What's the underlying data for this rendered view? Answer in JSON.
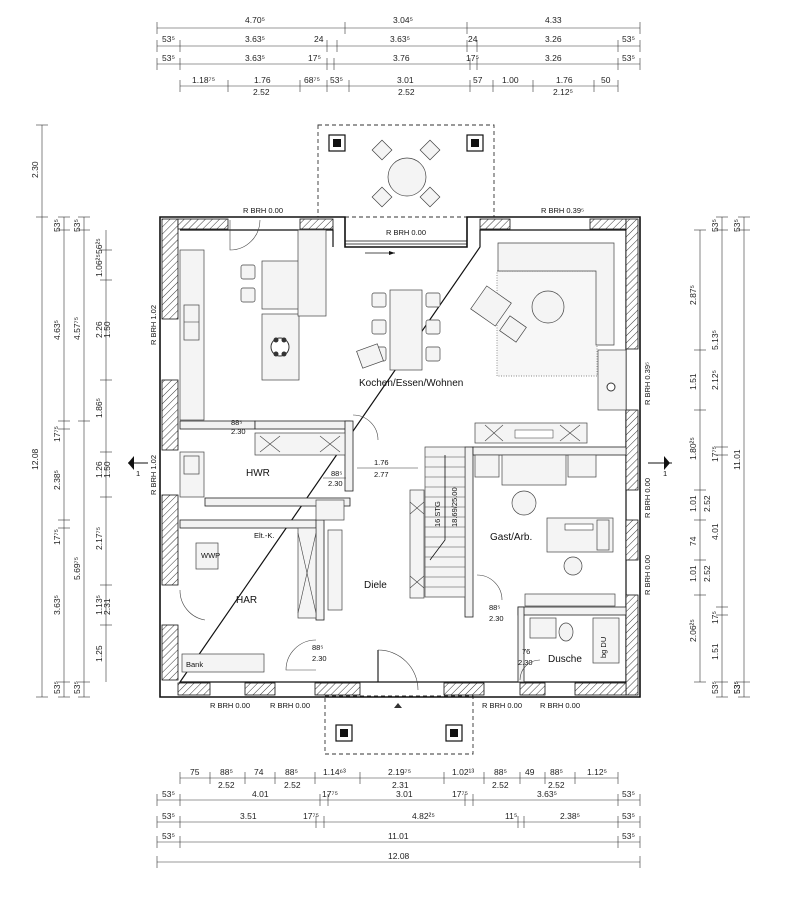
{
  "dimensions": {
    "top_row_1": [
      "4.70⁵",
      "3.04⁵",
      "4.33"
    ],
    "top_row_2": [
      "53⁵",
      "3.63⁵",
      "24",
      "3.63⁵",
      "24",
      "3.26",
      "53⁵"
    ],
    "top_row_3": [
      "53⁵",
      "3.63⁵",
      "17⁵",
      "3.76",
      "17⁵",
      "3.26",
      "53⁵"
    ],
    "top_row_4": [
      "1.18⁷⁵",
      "1.76",
      "68⁷⁵",
      "53⁵",
      "3.01",
      "57",
      "1.00",
      "1.76",
      "50"
    ],
    "top_row_5": [
      "2.52",
      "2.52",
      "2.12⁵"
    ],
    "bottom_row_1": [
      "75",
      "88⁵",
      "74",
      "88⁵",
      "1.14⁶³",
      "2.19⁷⁵",
      "1.02¹³",
      "88⁵",
      "49",
      "88⁵",
      "1.12⁵"
    ],
    "bottom_row_2": [
      "2.52",
      "2.52",
      "2.31",
      "2.52",
      "2.52"
    ],
    "bottom_row_3": [
      "53⁵",
      "4.01",
      "17⁷⁵",
      "3.01",
      "17⁷⁵",
      "3.63⁵",
      "53⁵"
    ],
    "bottom_row_4": [
      "53⁵",
      "3.51",
      "17⁷⁵",
      "4.82²⁵",
      "11⁵",
      "2.38⁵",
      "53⁵"
    ],
    "bottom_row_5": [
      "53⁵",
      "11.01",
      "53⁵"
    ],
    "bottom_row_6": [
      "12.08"
    ],
    "left_col_1": [
      "2.30",
      "53⁵",
      "4.63⁵",
      "17⁷⁵",
      "2.38⁵",
      "17⁷⁵",
      "3.63⁵",
      "53⁵"
    ],
    "left_col_2": [
      "53⁵",
      "4.57⁷⁵",
      "5.69⁷⁵",
      "53⁵"
    ],
    "left_col_3": [
      "56²⁵",
      "1.06²⁵",
      "2.26",
      "1.86⁵",
      "1.26",
      "2.17⁷⁵",
      "1.13⁵",
      "1.25"
    ],
    "left_col_4": [
      "1.50",
      "1.50",
      "2.31"
    ],
    "left_total": "12.08",
    "right_col_1": [
      "53⁵",
      "2.87⁵",
      "1.51",
      "1.80²⁵",
      "1.01",
      "74",
      "1.01",
      "2.06²⁵",
      "1.51",
      "53⁵"
    ],
    "right_col_2": [
      "5.13⁵",
      "2.12⁵",
      "17⁷⁵",
      "2.52",
      "4.01",
      "2.52",
      "17⁵",
      "53⁵"
    ],
    "right_col_3": [
      "53⁵",
      "11.01",
      "53⁵"
    ]
  },
  "sill_labels": {
    "top_left": "R BRH 0.00",
    "top_right": "R BRH 0.39⁵",
    "top_center": "R BRH 0.00",
    "left_upper": "R BRH 1.02",
    "left_lower": "R BRH 1.02",
    "right_upper": "R BRH 0.39⁵",
    "right_mid1": "R BRH 0.00",
    "right_mid2": "R BRH 0.00",
    "bottom_1": "R BRH 0.00",
    "bottom_2": "R BRH 0.00",
    "bottom_3": "R BRH 0.00",
    "bottom_4": "R BRH 0.00"
  },
  "rooms": {
    "kitchen": "Kochen/Essen/Wohnen",
    "hwr": "HWR",
    "har": "HAR",
    "diele": "Diele",
    "gast": "Gast/Arb.",
    "dusche": "Dusche"
  },
  "door_labels": {
    "d1_w": "88⁵",
    "d1_h": "2.30",
    "d2_w": "88⁵",
    "d2_h": "2.30",
    "d3_w": "1.76",
    "d3_h": "2.77",
    "d4_w": "88⁵",
    "d4_h": "2.30",
    "d5_w": "88⁵",
    "d5_h": "2.30",
    "d6_w": "76",
    "d6_h": "2.30"
  },
  "stair": {
    "steps": "16 STG",
    "ratio": "18.69/25.00"
  },
  "fixtures": {
    "bank": "Bank",
    "elt": "Elt.-K.",
    "wwp": "WWP",
    "bg_du": "bg DU"
  },
  "section_markers": {
    "left": "1",
    "right": "1"
  }
}
